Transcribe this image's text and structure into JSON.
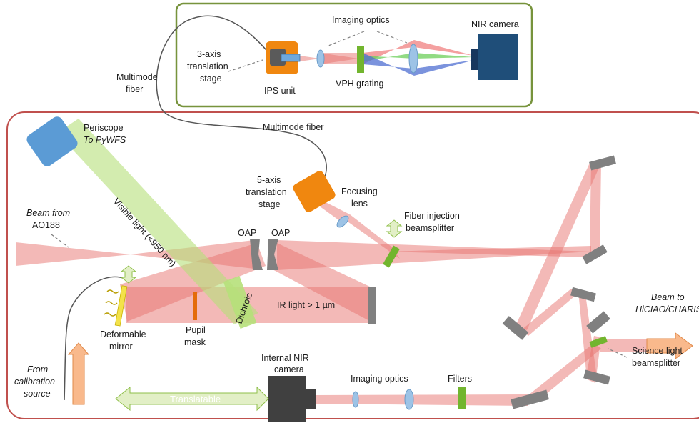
{
  "labels": {
    "multimode_fiber_left_1": "Multimode",
    "multimode_fiber_left_2": "fiber",
    "three_axis_1": "3-axis",
    "three_axis_2": "translation",
    "three_axis_3": "stage",
    "ips_unit": "IPS unit",
    "imaging_optics_top": "Imaging optics",
    "vph_grating": "VPH grating",
    "nir_camera": "NIR camera",
    "multimode_fiber_mid": "Multimode fiber",
    "periscope": "Periscope",
    "to_pywfs": "To PyWFS",
    "five_axis_1": "5-axis",
    "five_axis_2": "translation",
    "five_axis_3": "stage",
    "focusing_1": "Focusing",
    "focusing_2": "lens",
    "fiber_injection_1": "Fiber injection",
    "fiber_injection_2": "beamsplitter",
    "beam_from_1": "Beam from",
    "beam_from_2": "AO188",
    "visible_light": "Visible light (<950 nm)",
    "oap_left": "OAP",
    "oap_right": "OAP",
    "dichroic": "Dichroic",
    "ir_light": "IR light > 1 µm",
    "deformable_1": "Deformable",
    "deformable_2": "mirror",
    "pupil_1": "Pupil",
    "pupil_2": "mask",
    "beam_to_1": "Beam to",
    "beam_to_2": "HiCIAO/CHARIS",
    "science_1": "Science light",
    "science_2": "beamsplitter",
    "internal_nir_1": "Internal NIR",
    "internal_nir_2": "camera",
    "imaging_optics_bottom": "Imaging optics",
    "filters": "Filters",
    "translatable": "Translatable",
    "from_cal_1": "From",
    "from_cal_2": "calibration",
    "from_cal_3": "source"
  },
  "colors": {
    "bench_border": "#c0504d",
    "ips_border": "#77933c",
    "beam_red": "#e8746f",
    "beam_green": "#b6e07a",
    "mirror_grey": "#808080",
    "orange_stage": "#f0870f",
    "blue_periscope": "#5b9bd5",
    "camera_blue": "#1f4e79",
    "camera_grey": "#404040",
    "grating_green": "#72b52e",
    "lens_blue": "#9dc3e6",
    "arrow_salmon": "#f9b98c",
    "arrow_light_green": "#e2efc6"
  },
  "icons": [
    "periscope-icon",
    "translation-stage-icon",
    "lens-icon",
    "mirror-icon",
    "camera-icon",
    "grating-icon",
    "filter-icon",
    "dichroic-icon",
    "deformable-mirror-icon",
    "pupil-mask-icon",
    "double-arrow-icon",
    "beam-arrow-icon"
  ]
}
